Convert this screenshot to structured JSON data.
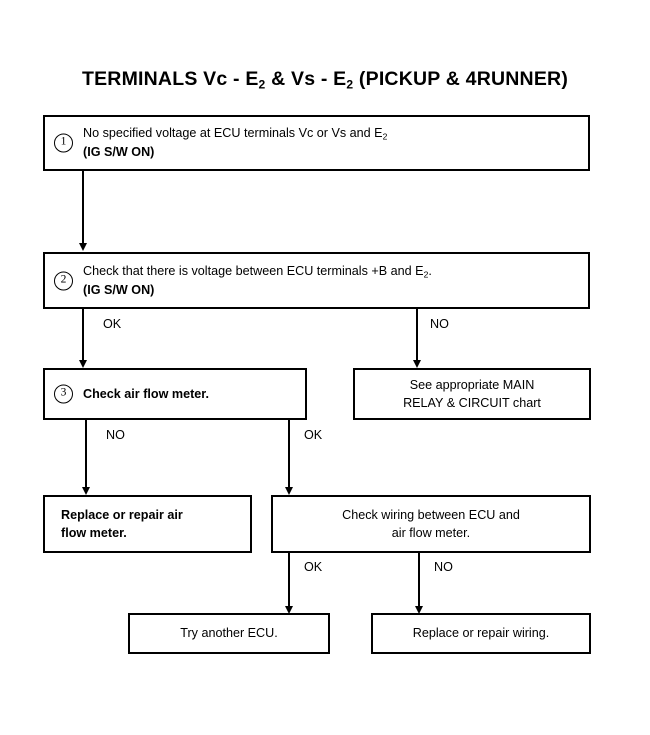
{
  "title": {
    "prefix": "TERMINALS Vc - E",
    "sub1": "2",
    "middle": " & Vs - E",
    "sub2": "2",
    "suffix": " (PICKUP & 4RUNNER)",
    "full_text": "TERMINALS Vc - E2 & Vs - E2 (PICKUP & 4RUNNER)"
  },
  "nodes": {
    "step1": {
      "marker": "1",
      "line1": "No specified voltage at ECU terminals Vc or Vs and E",
      "line1_sub": "2",
      "line2": "(IG S/W ON)"
    },
    "step2": {
      "marker": "2",
      "line1a": "Check that there is voltage between ECU terminals +B and E",
      "line1_sub": "2",
      "line1b": ".",
      "line2": "(IG S/W ON)"
    },
    "step3": {
      "marker": "3",
      "line1": "Check air flow meter."
    },
    "main_relay": {
      "line1": "See appropriate MAIN",
      "line2": "RELAY & CIRCUIT chart"
    },
    "replace_afm": {
      "line1": "Replace or repair air",
      "line2": "flow meter."
    },
    "check_wiring": {
      "line1": "Check wiring between ECU and",
      "line2": "air flow meter."
    },
    "try_ecu": {
      "line1": "Try another ECU."
    },
    "replace_wiring": {
      "line1": "Replace or repair wiring."
    }
  },
  "branches": {
    "step2_ok": "OK",
    "step2_no": "NO",
    "step3_no": "NO",
    "step3_ok": "OK",
    "wiring_ok": "OK",
    "wiring_no": "NO"
  },
  "colors": {
    "ink": "#000000",
    "paper": "#ffffff"
  }
}
